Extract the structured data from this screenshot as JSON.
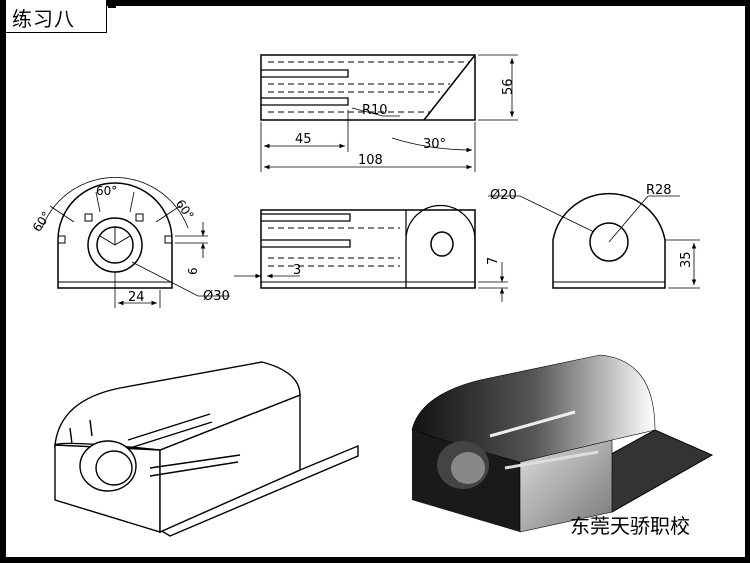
{
  "title": "练习八",
  "footer": "东莞天骄职校",
  "top_view": {
    "length": "108",
    "height": "56",
    "slot_length": "45",
    "radius": "R10",
    "angle": "30°"
  },
  "front_view": {
    "angle_left": "60°",
    "angle_top": "60°",
    "angle_right": "60°",
    "dim_6": "6",
    "dim_24": "24",
    "dia_30": "Ø30"
  },
  "side_view": {
    "dim_3": "3",
    "dim_7": "7"
  },
  "right_view": {
    "dia_20": "Ø20",
    "radius": "R28",
    "dim_35": "35"
  },
  "icons": [
    "isometric-line-drawing",
    "isometric-shaded-rendering"
  ]
}
